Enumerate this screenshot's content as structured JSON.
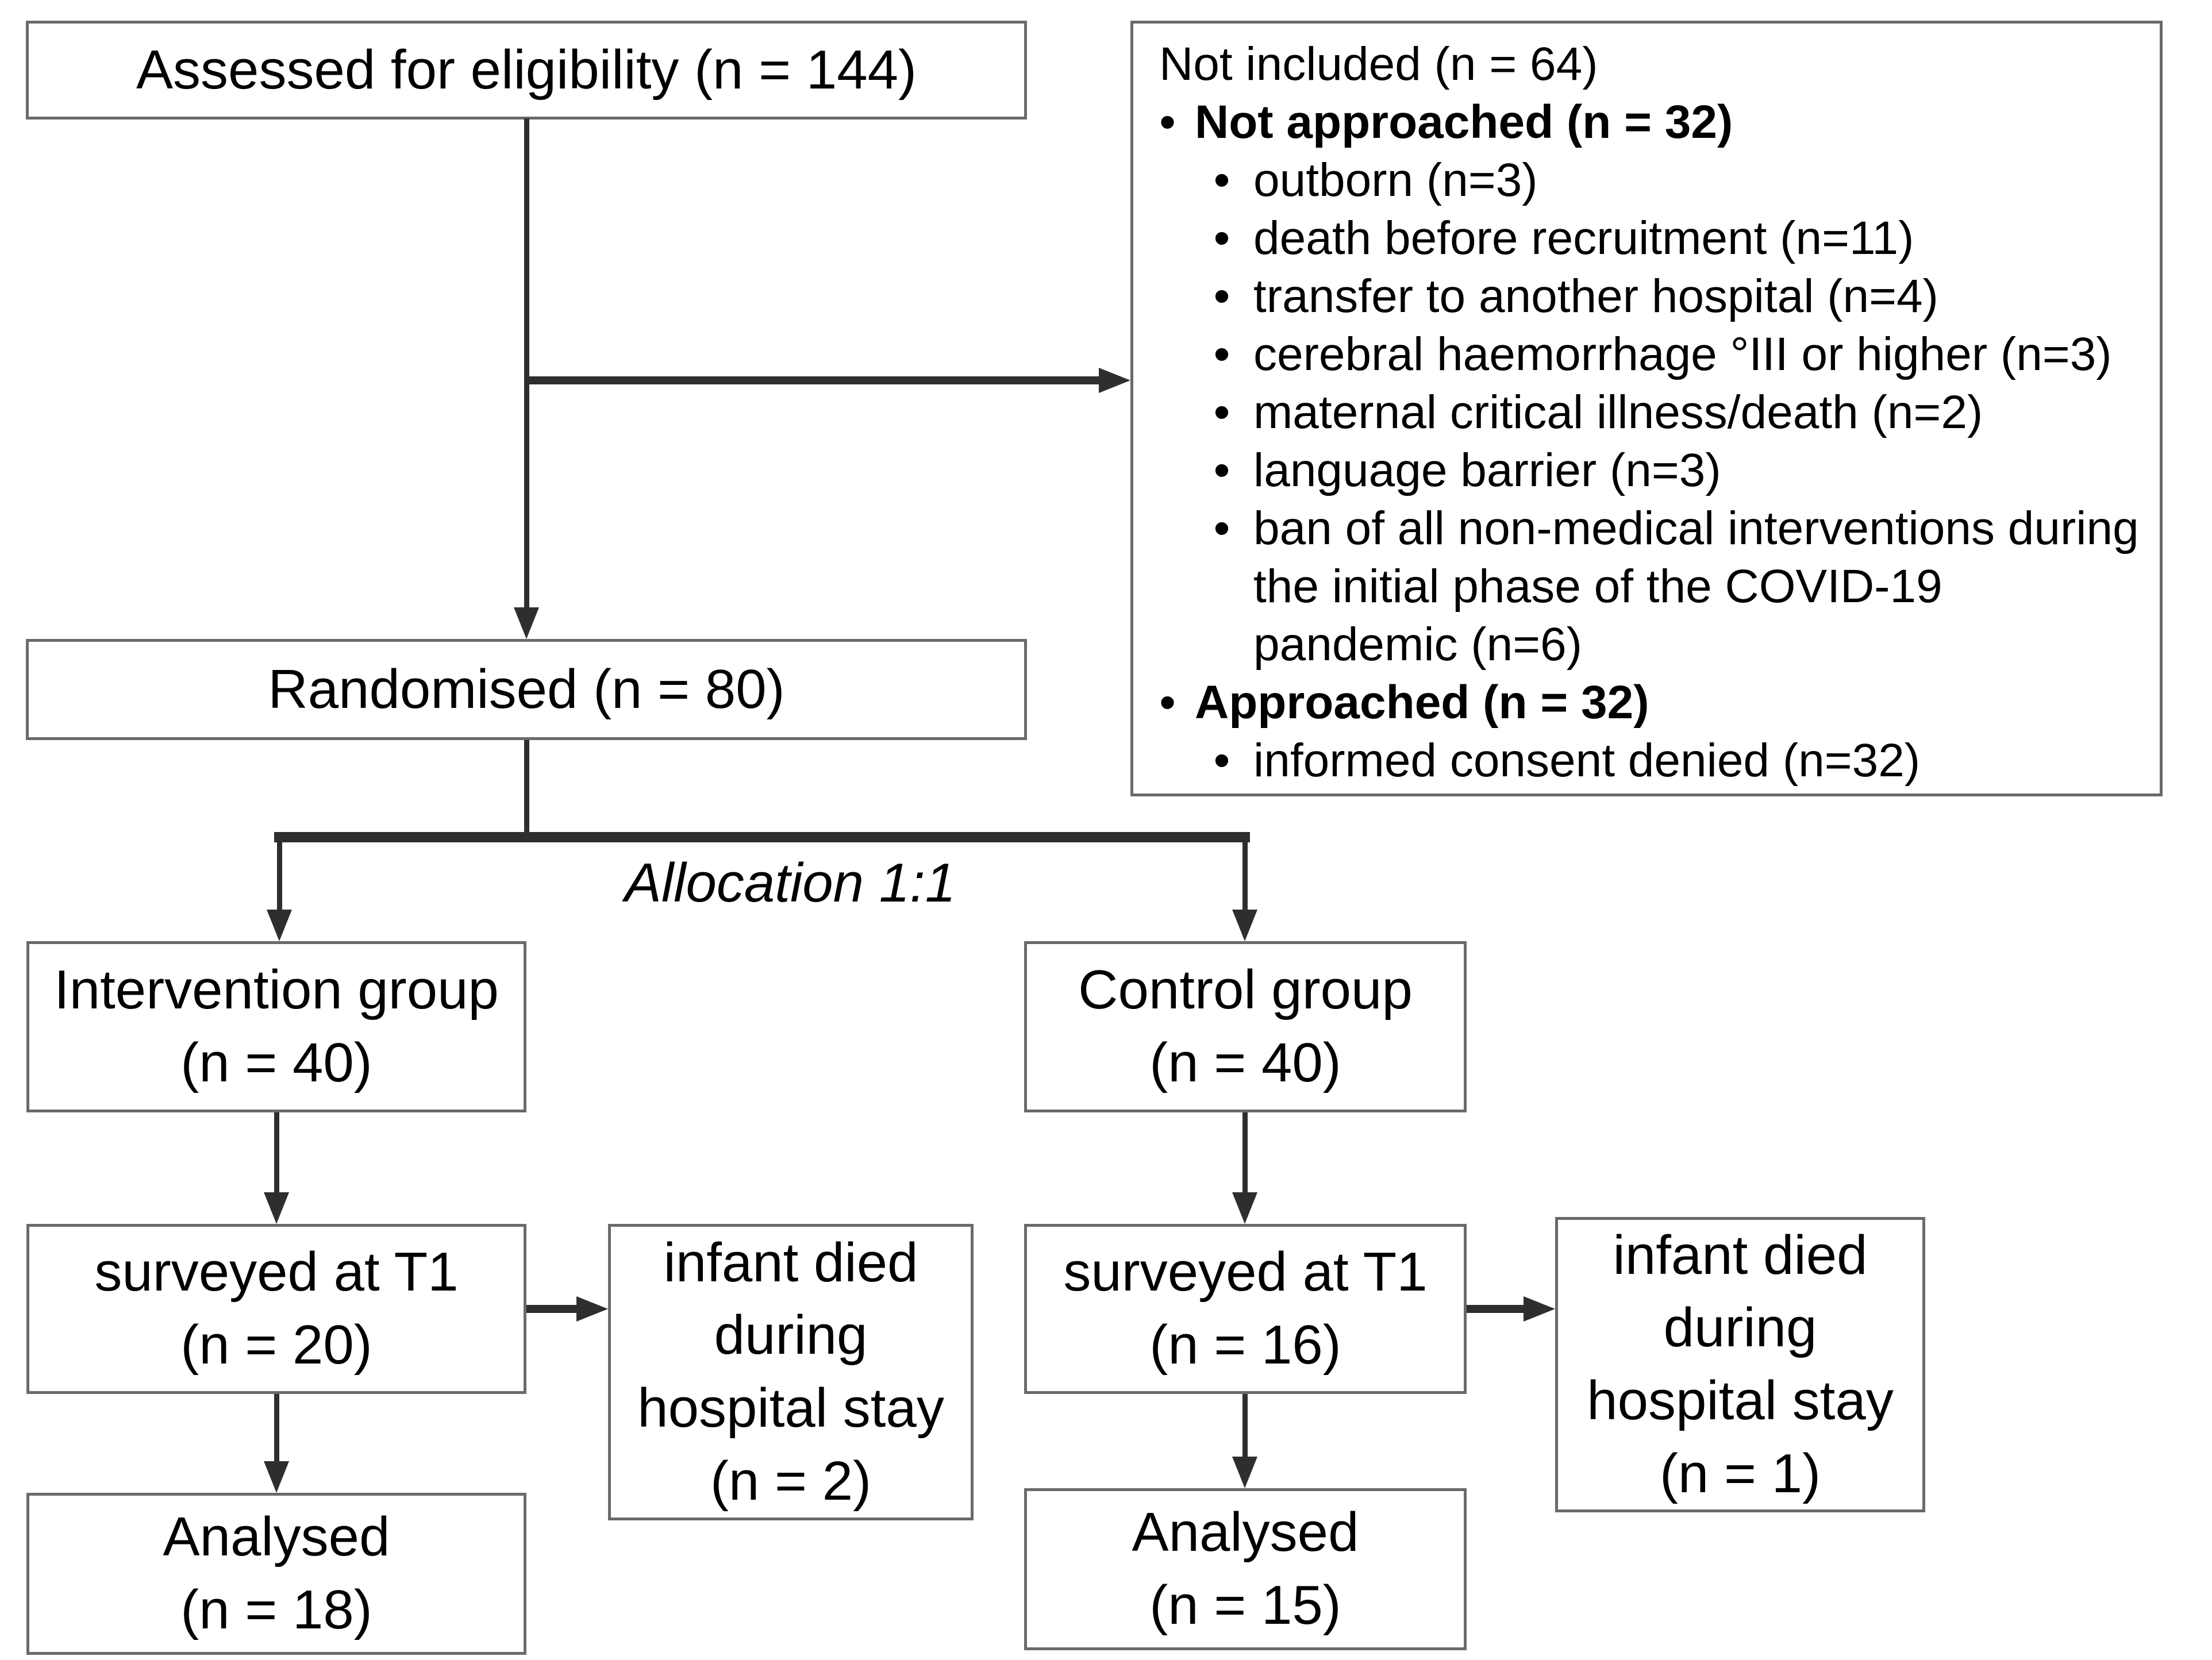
{
  "colors": {
    "line": "#2e2e2e",
    "border": "#6a6a6a",
    "text": "#000000",
    "background": "#ffffff"
  },
  "glyphs": {
    "bullet": "•"
  },
  "nodes": {
    "assessed": {
      "label": "Assessed for eligibility (n = 144)"
    },
    "not_included": {
      "title": "Not included (n = 64)",
      "groups": [
        {
          "label": "Not approached (n = 32)",
          "items": [
            "outborn (n=3)",
            "death before recruitment (n=11)",
            "transfer to another hospital (n=4)",
            "cerebral haemorrhage °III or higher (n=3)",
            "maternal critical illness/death (n=2)",
            "language barrier (n=3)",
            "ban of all non-medical interventions during the initial phase of the COVID-19 pandemic (n=6)"
          ]
        },
        {
          "label": "Approached (n = 32)",
          "items": [
            "informed consent denied (n=32)"
          ]
        }
      ]
    },
    "randomised": {
      "label": "Randomised (n = 80)"
    },
    "allocation_note": "Allocation 1:1",
    "intervention": {
      "line1": "Intervention group",
      "line2": "(n = 40)"
    },
    "control": {
      "line1": "Control group",
      "line2": "(n = 40)"
    },
    "surveyed_intervention": {
      "line1": "surveyed at T1",
      "line2": "(n = 20)"
    },
    "infant_died_intervention": {
      "line1": "infant died during hospital stay",
      "line2": "(n = 2)"
    },
    "analysed_intervention": {
      "line1": "Analysed",
      "line2": "(n = 18)"
    },
    "surveyed_control": {
      "line1": "surveyed at T1",
      "line2": "(n = 16)"
    },
    "infant_died_control": {
      "line1": "infant died during hospital stay",
      "line2": "(n = 1)"
    },
    "analysed_control": {
      "line1": "Analysed",
      "line2": "(n = 15)"
    }
  }
}
